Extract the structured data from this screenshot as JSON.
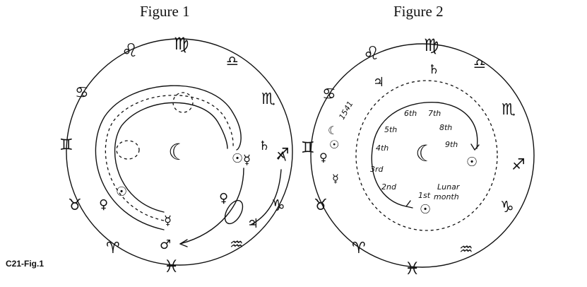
{
  "figure1": {
    "title": "Figure 1",
    "zodiac": [
      {
        "id": "leo",
        "glyph": "♌"
      },
      {
        "id": "virgo",
        "glyph": "♍"
      },
      {
        "id": "libra",
        "glyph": "♎"
      },
      {
        "id": "scorpio",
        "glyph": "♏"
      },
      {
        "id": "sagittarius",
        "glyph": "♐"
      },
      {
        "id": "capricorn",
        "glyph": "♑"
      },
      {
        "id": "aquarius",
        "glyph": "♒"
      },
      {
        "id": "pisces",
        "glyph": "♓"
      },
      {
        "id": "aries",
        "glyph": "♈"
      },
      {
        "id": "taurus",
        "glyph": "♉"
      },
      {
        "id": "gemini",
        "glyph": "♊"
      },
      {
        "id": "cancer",
        "glyph": "♋"
      }
    ],
    "center": "☾",
    "bodies": {
      "sun": "☉",
      "mercury": "☿",
      "venus": "♀",
      "mars": "♂",
      "jupiter": "♃",
      "saturn": "♄"
    }
  },
  "figure2": {
    "title": "Figure 2",
    "zodiac": [
      {
        "id": "leo",
        "glyph": "♌"
      },
      {
        "id": "virgo",
        "glyph": "♍"
      },
      {
        "id": "libra",
        "glyph": "♎"
      },
      {
        "id": "scorpio",
        "glyph": "♏"
      },
      {
        "id": "sagittarius",
        "glyph": "♐"
      },
      {
        "id": "capricorn",
        "glyph": "♑"
      },
      {
        "id": "aquarius",
        "glyph": "♒"
      },
      {
        "id": "pisces",
        "glyph": "♓"
      },
      {
        "id": "aries",
        "glyph": "♈"
      },
      {
        "id": "taurus",
        "glyph": "♉"
      },
      {
        "id": "gemini",
        "glyph": "♊"
      },
      {
        "id": "cancer",
        "glyph": "♋"
      }
    ],
    "center": "☾",
    "year": "1541",
    "months": [
      "1st",
      "2nd",
      "3rd",
      "4th",
      "5th",
      "6th",
      "7th",
      "8th",
      "9th"
    ],
    "lunar_label_1": "Lunar",
    "lunar_label_2": "month",
    "bodies": {
      "sun": "☉",
      "mercury": "☿",
      "venus": "♀",
      "jupiter": "♃",
      "saturn": "♄",
      "moon": "☾"
    }
  },
  "caption": "C21-Fig.1"
}
